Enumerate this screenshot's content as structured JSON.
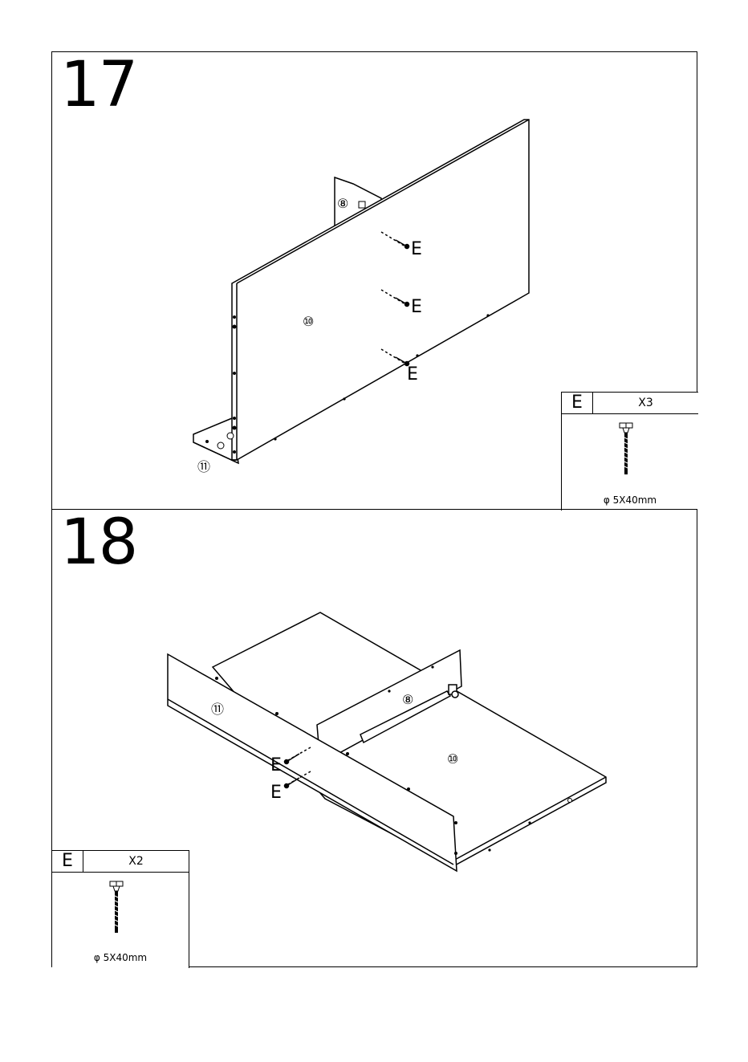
{
  "steps": [
    {
      "number": "17",
      "parts": {
        "side": "⑧",
        "top": "⑩",
        "base": "⑪"
      },
      "fastener_label": "E",
      "hardware": {
        "letter": "E",
        "qty": "X3",
        "size": "φ 5X40mm"
      }
    },
    {
      "number": "18",
      "parts": {
        "side": "⑧",
        "top": "⑩",
        "base": "⑪"
      },
      "fastener_label": "E",
      "hardware": {
        "letter": "E",
        "qty": "X2",
        "size": "φ 5X40mm"
      }
    }
  ]
}
